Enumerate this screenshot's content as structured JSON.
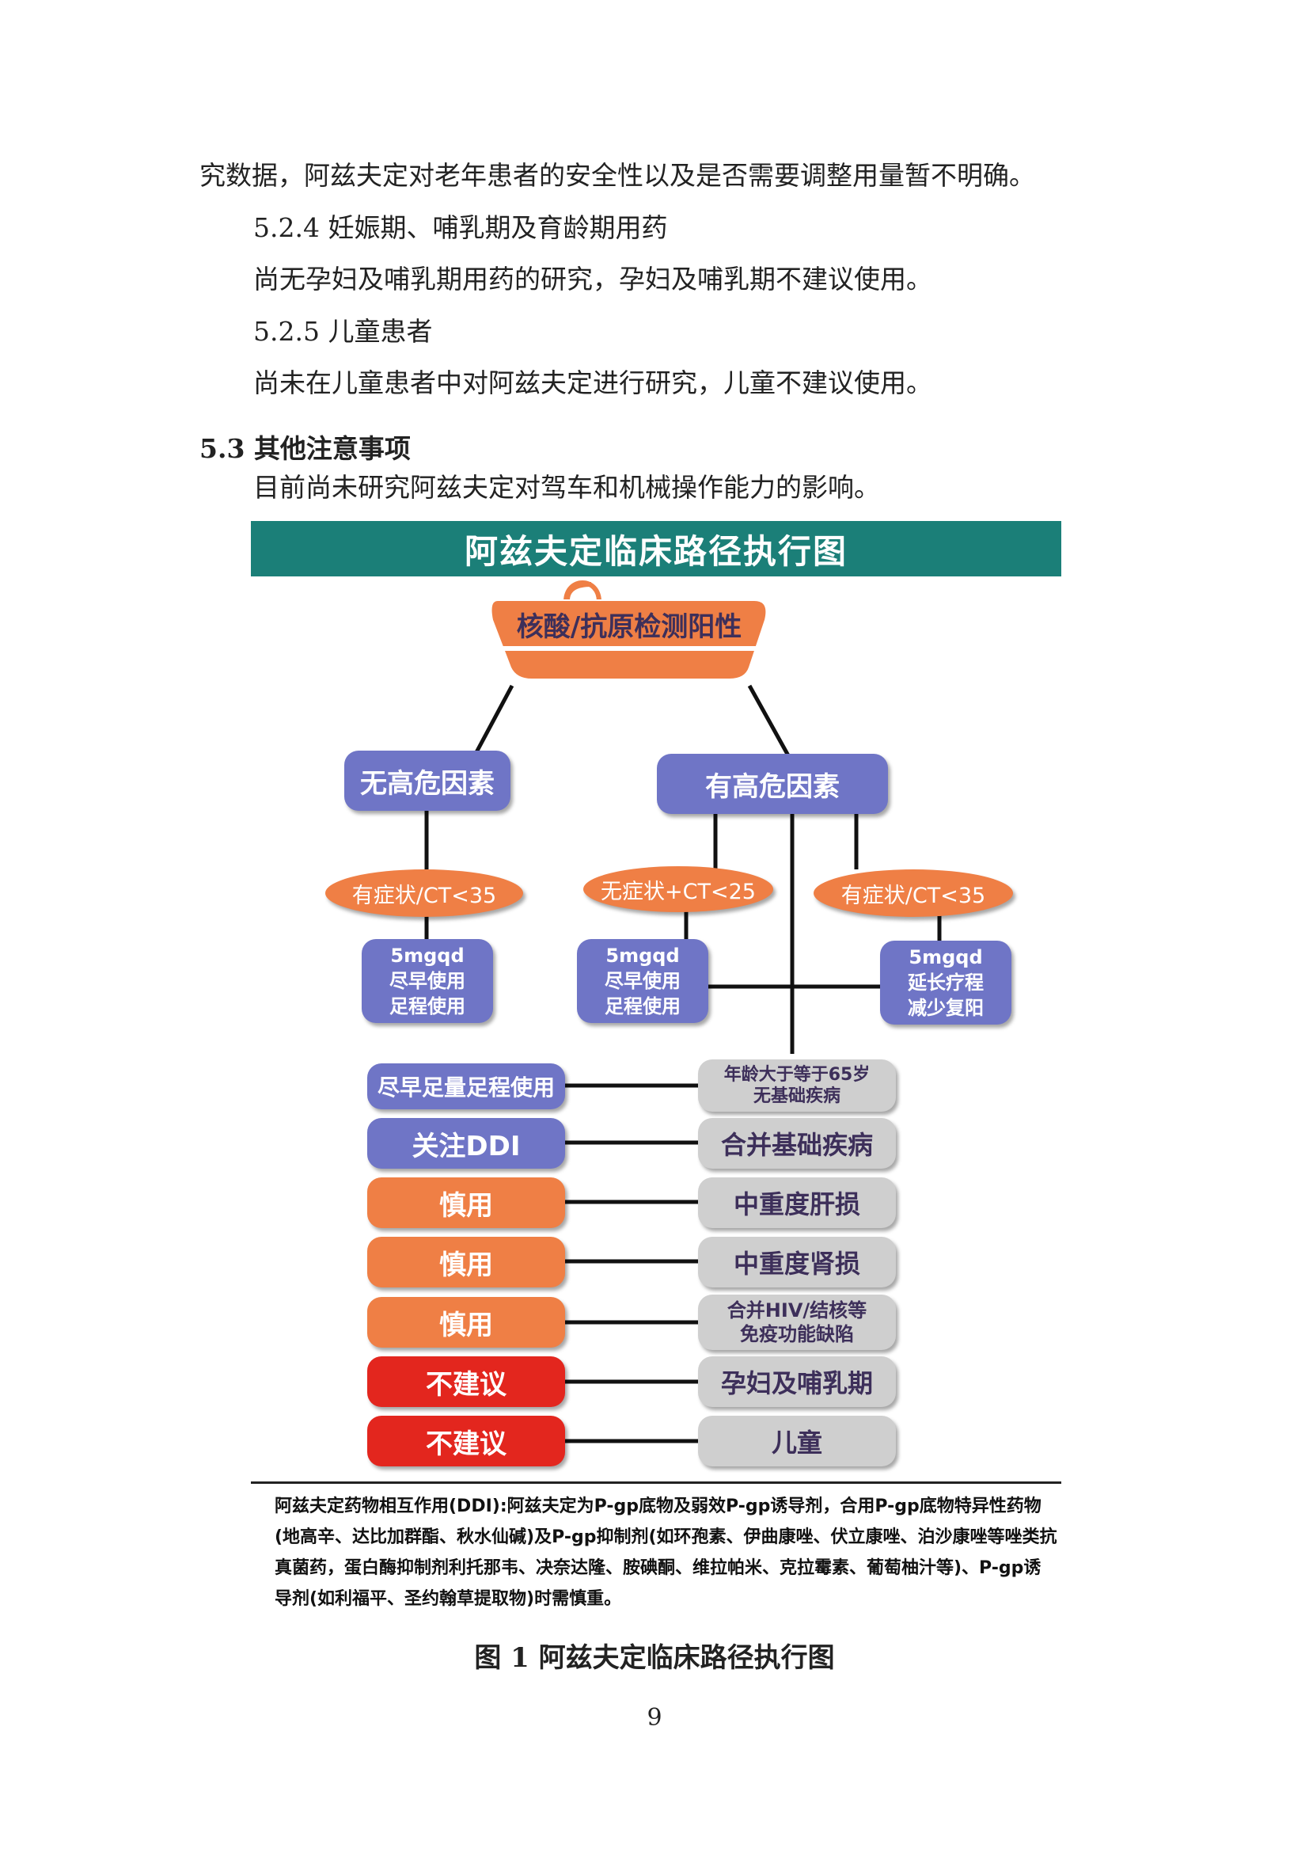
{
  "paragraphs": {
    "p1": "究数据，阿兹夫定对老年患者的安全性以及是否需要调整用量暂不明确。",
    "h524": "5.2.4 妊娠期、哺乳期及育龄期用药",
    "p524": "尚无孕妇及哺乳期用药的研究，孕妇及哺乳期不建议使用。",
    "h525": "5.2.5 儿童患者",
    "p525": "尚未在儿童患者中对阿兹夫定进行研究，儿童不建议使用。",
    "h53": "5.3 其他注意事项",
    "p53": "目前尚未研究阿兹夫定对驾车和机械操作能力的影响。"
  },
  "flowchart": {
    "title": "阿兹夫定临床路径执行图",
    "top": "核酸/抗原检测阳性",
    "no_risk": "无高危因素",
    "has_risk": "有高危因素",
    "oval_left": "有症状/CT<35",
    "oval_mid": "无症状+CT<25",
    "oval_right": "有症状/CT<35",
    "dose_left": [
      "5mgqd",
      "尽早使用",
      "足程使用"
    ],
    "dose_mid": [
      "5mgqd",
      "尽早使用",
      "足程使用"
    ],
    "dose_right": [
      "5mgqd",
      "延长疗程",
      "减少复阳"
    ],
    "rows": [
      {
        "left": "尽早足量足程使用",
        "right_l1": "年龄大于等于65岁",
        "right_l2": "无基础疾病"
      },
      {
        "left": "关注DDI",
        "right_l1": "合并基础疾病",
        "right_l2": ""
      },
      {
        "left": "慎用",
        "right_l1": "中重度肝损",
        "right_l2": ""
      },
      {
        "left": "慎用",
        "right_l1": "中重度肾损",
        "right_l2": ""
      },
      {
        "left": "慎用",
        "right_l1": "合并HIV/结核等",
        "right_l2": "免疫功能缺陷"
      },
      {
        "left": "不建议",
        "right_l1": "孕妇及哺乳期",
        "right_l2": ""
      },
      {
        "left": "不建议",
        "right_l1": "儿童",
        "right_l2": ""
      }
    ],
    "footnote": "阿兹夫定药物相互作用(DDI):阿兹夫定为P-gp底物及弱效P-gp诱导剂，合用P-gp底物特异性药物(地高辛、达比加群酯、秋水仙碱)及P-gp抑制剂(如环孢素、伊曲康唑、伏立康唑、泊沙康唑等唑类抗真菌药，蛋白酶抑制剂利托那韦、决奈达隆、胺碘酮、维拉帕米、克拉霉素、葡萄柚汁等)、P-gp诱导剂(如利福平、圣约翰草提取物)时需慎重。"
  },
  "caption": "图 1  阿兹夫定临床路径执行图",
  "page_number": "9",
  "colors": {
    "banner": "#1b7f78",
    "blue": "#6f75c6",
    "orange": "#ef7f45",
    "red": "#e3261e",
    "grey": "#cfcfcf"
  }
}
